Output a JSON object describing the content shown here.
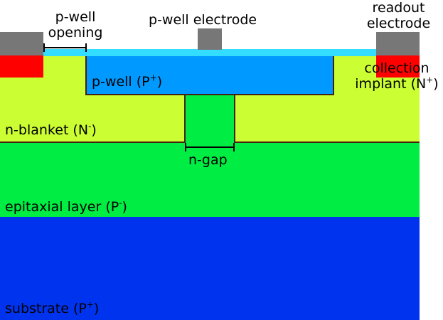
{
  "colors": {
    "substrate": "#0033ee",
    "epitaxial": "#00ee44",
    "n_blanket": "#ccff33",
    "p_well": "#0099ff",
    "n_gap": "#00ee44",
    "oxide": "#33ddff",
    "collection_implant": "#ff0000",
    "electrode": "#777777",
    "boundary_line": "#442211"
  },
  "labels": {
    "p_well_opening": {
      "line1": "p-well",
      "line2": "opening"
    },
    "p_well_electrode": "p-well electrode",
    "readout_electrode": {
      "line1": "readout",
      "line2": "electrode"
    },
    "p_well": {
      "main": "p-well (P",
      "sup": "+",
      "end": ")"
    },
    "collection_implant": {
      "line1": "collection",
      "line2_main": "implant (N",
      "line2_sup": "+",
      "line2_end": ")"
    },
    "n_blanket": {
      "main": "n-blanket (N",
      "sup": "-",
      "end": ")"
    },
    "n_gap": "n-gap",
    "epitaxial_layer": {
      "main": "epitaxial layer (P",
      "sup": "-",
      "end": ")"
    },
    "substrate": {
      "main": "substrate (P",
      "sup": "+",
      "end": ")"
    }
  }
}
